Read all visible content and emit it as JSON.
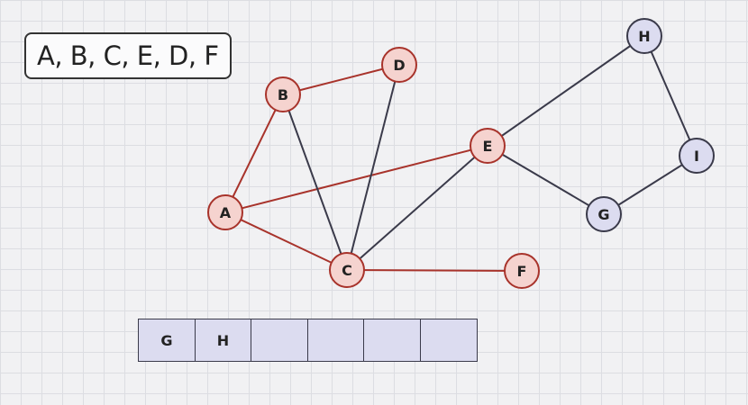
{
  "visited_order": "A, B, C, E, D, F",
  "nodes": [
    {
      "id": "A",
      "label": "A",
      "state": "visited"
    },
    {
      "id": "B",
      "label": "B",
      "state": "visited"
    },
    {
      "id": "C",
      "label": "C",
      "state": "visited"
    },
    {
      "id": "D",
      "label": "D",
      "state": "visited"
    },
    {
      "id": "E",
      "label": "E",
      "state": "visited"
    },
    {
      "id": "F",
      "label": "F",
      "state": "visited"
    },
    {
      "id": "G",
      "label": "G",
      "state": "queued"
    },
    {
      "id": "H",
      "label": "H",
      "state": "queued"
    },
    {
      "id": "I",
      "label": "I",
      "state": "queued"
    }
  ],
  "edges": [
    {
      "from": "A",
      "to": "B",
      "state": "tree"
    },
    {
      "from": "B",
      "to": "D",
      "state": "tree"
    },
    {
      "from": "A",
      "to": "E",
      "state": "tree"
    },
    {
      "from": "A",
      "to": "C",
      "state": "tree"
    },
    {
      "from": "C",
      "to": "F",
      "state": "tree"
    },
    {
      "from": "B",
      "to": "C",
      "state": "normal"
    },
    {
      "from": "D",
      "to": "C",
      "state": "normal"
    },
    {
      "from": "C",
      "to": "E",
      "state": "normal"
    },
    {
      "from": "E",
      "to": "H",
      "state": "normal"
    },
    {
      "from": "E",
      "to": "G",
      "state": "normal"
    },
    {
      "from": "G",
      "to": "I",
      "state": "normal"
    },
    {
      "from": "H",
      "to": "I",
      "state": "normal"
    }
  ],
  "queue": [
    "G",
    "H",
    "",
    "",
    "",
    ""
  ],
  "colors": {
    "visited_fill": "#f5d3cf",
    "visited_stroke": "#a8332b",
    "queued_fill": "#dcdcf0",
    "queued_stroke": "#3a3a4a",
    "tree_edge": "#a8332b",
    "normal_edge": "#3a3a4a"
  }
}
